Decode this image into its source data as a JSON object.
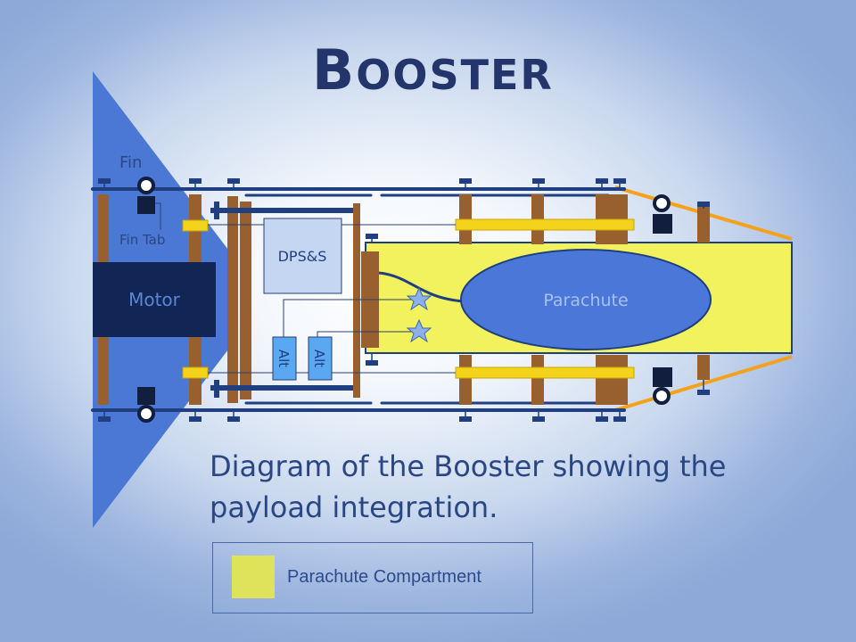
{
  "title": {
    "first": "B",
    "rest": "OOSTER"
  },
  "labels": {
    "fin": "Fin",
    "fin_tab": "Fin Tab",
    "motor": "Motor",
    "dps": "DPS&S",
    "alt": "Alt",
    "parachute": "Parachute"
  },
  "caption": "Diagram of the Booster showing the payload integration.",
  "legend": {
    "label": "Parachute Compartment",
    "color": "#dfe35a"
  },
  "colors": {
    "fin": "#4a78d4",
    "motor": "#112654",
    "compartment": "#f2f25e",
    "parachute": "#4b78d8",
    "rod": "#98602f",
    "rail": "#1f3f80",
    "shock_cord": "#f5a11c",
    "altimeter": "#5aa7f2",
    "dps_box": "#c4d6f2"
  }
}
